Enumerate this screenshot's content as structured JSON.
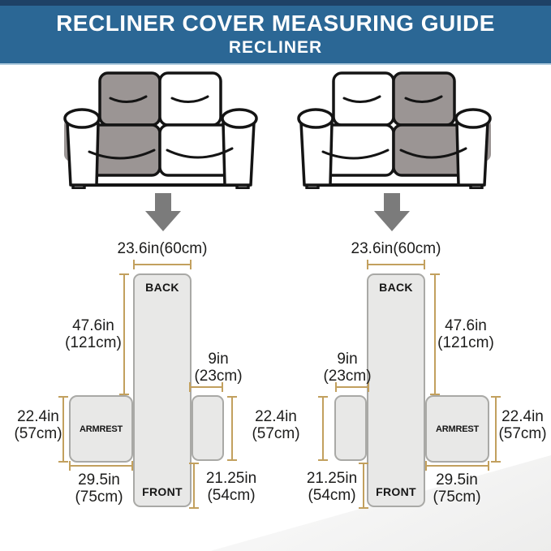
{
  "header": {
    "title": "RECLINER COVER MEASURING GUIDE",
    "subtitle": "RECLINER"
  },
  "diagram": {
    "labels": {
      "back": "BACK",
      "front": "FRONT",
      "armrest": "ARMREST"
    },
    "dimensions": {
      "top_width": "23.6in(60cm)",
      "back_height": {
        "inches": "47.6in",
        "cm": "(121cm)"
      },
      "seat_gap": {
        "inches": "9in",
        "cm": "(23cm)"
      },
      "side_height": {
        "inches": "22.4in",
        "cm": "(57cm)"
      },
      "armrest_width": {
        "inches": "29.5in",
        "cm": "(75cm)"
      },
      "front_length": {
        "inches": "21.25in",
        "cm": "(54cm)"
      }
    }
  },
  "icons": {
    "down_arrow": "down-arrow"
  },
  "colors": {
    "header_bar": "#2b6795",
    "header_top_strip": "#1e4166",
    "measure_line": "#c2a05e",
    "cover_fill": "#e8e8e7",
    "cover_border": "#a9a9a6",
    "sofa_shade": "#9b9594",
    "arrow_gray": "#7b7b7b"
  }
}
